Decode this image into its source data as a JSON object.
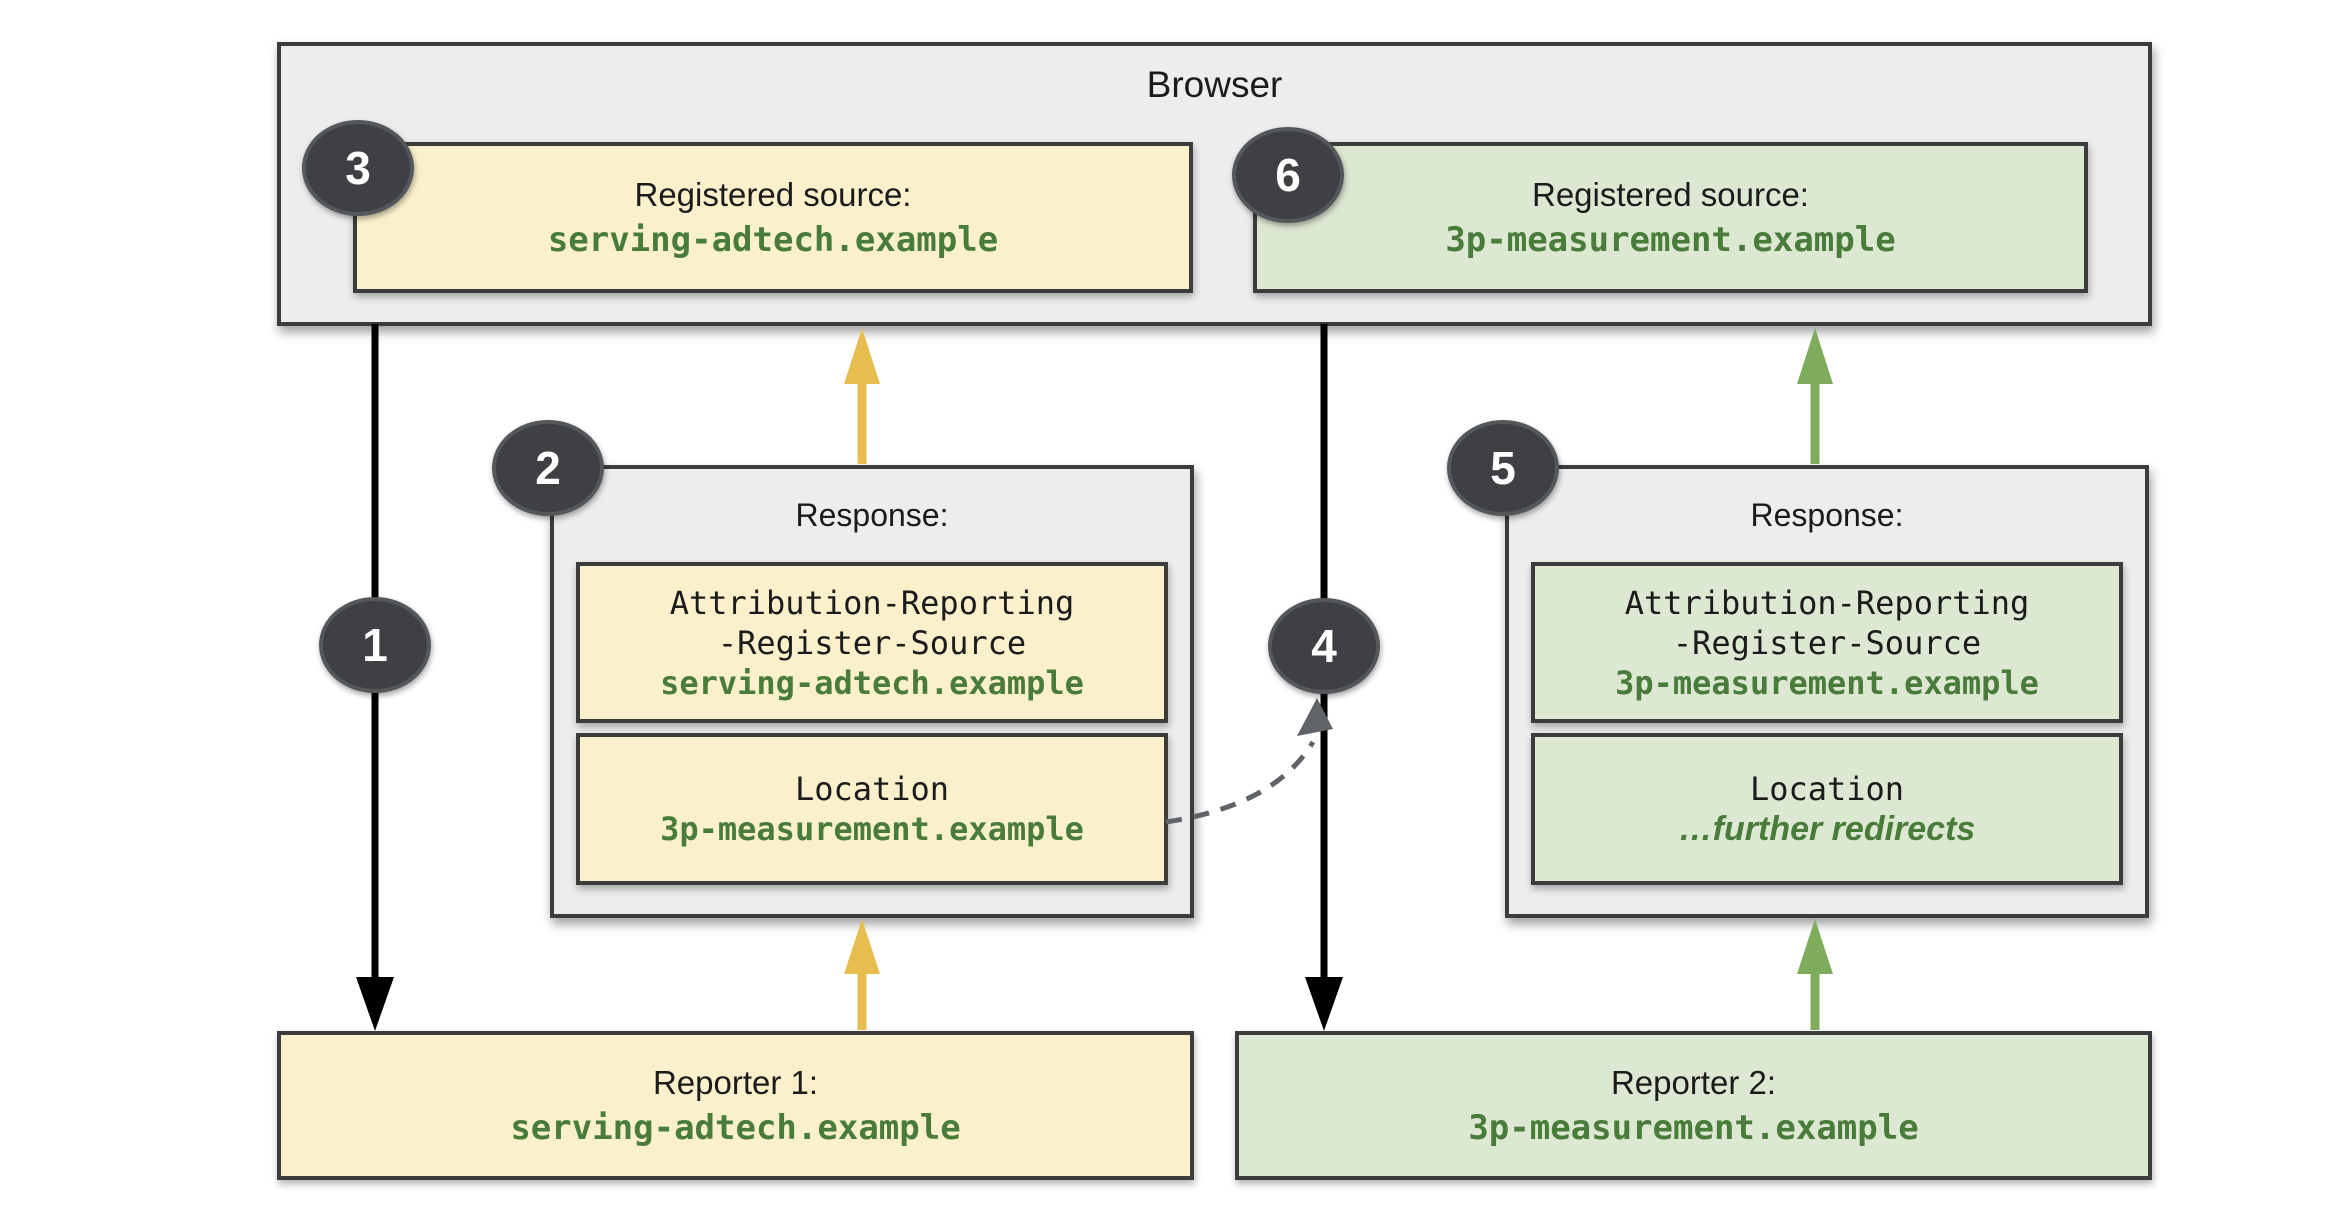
{
  "browser": {
    "title": "Browser"
  },
  "registered_sources": [
    {
      "step": "3",
      "label": "Registered source:",
      "domain": "serving-adtech.example",
      "theme": "yellow"
    },
    {
      "step": "6",
      "label": "Registered source:",
      "domain": "3p-measurement.example",
      "theme": "green"
    }
  ],
  "responses": [
    {
      "step": "2",
      "title": "Response:",
      "header_line1": "Attribution-Reporting",
      "header_line2": "-Register-Source",
      "header_domain": "serving-adtech.example",
      "location_label": "Location",
      "location_value": "3p-measurement.example",
      "theme": "yellow"
    },
    {
      "step": "5",
      "title": "Response:",
      "header_line1": "Attribution-Reporting",
      "header_line2": "-Register-Source",
      "header_domain": "3p-measurement.example",
      "location_label": "Location",
      "location_value": "…further redirects",
      "theme": "green"
    }
  ],
  "reporters": [
    {
      "label": "Reporter 1:",
      "domain": "serving-adtech.example",
      "theme": "yellow"
    },
    {
      "label": "Reporter 2:",
      "domain": "3p-measurement.example",
      "theme": "green"
    }
  ],
  "steps": [
    {
      "number": "1"
    },
    {
      "number": "2"
    },
    {
      "number": "3"
    },
    {
      "number": "4"
    },
    {
      "number": "5"
    },
    {
      "number": "6"
    }
  ],
  "colors": {
    "yellow_fill": "#faf1cc",
    "green_fill": "#dde8d2",
    "panel_fill": "#ededed",
    "outline": "#3c3c3c",
    "green_text": "#497c3a",
    "yellow_arrow": "#e7bd50",
    "green_arrow": "#7eac5a",
    "black_arrow": "#000000",
    "redirect_dash": "#606368",
    "step_badge_fill": "#3f4043"
  }
}
